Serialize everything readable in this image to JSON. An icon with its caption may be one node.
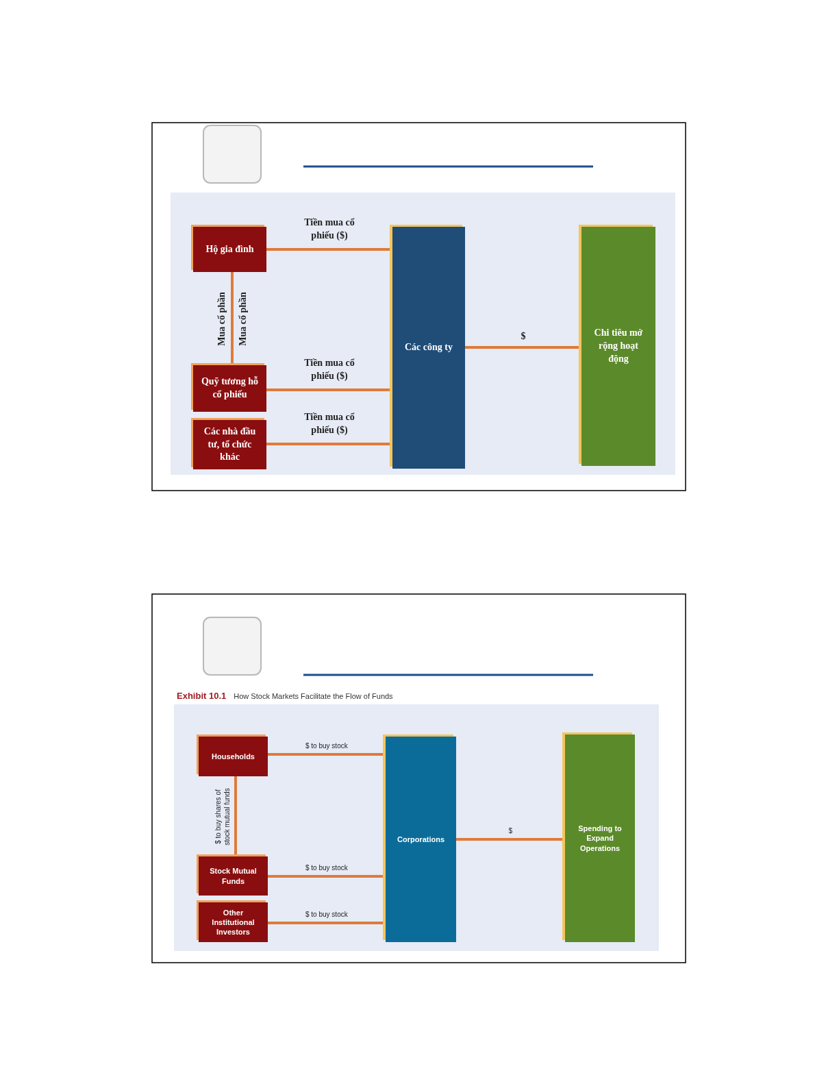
{
  "diagram": {
    "nodes": [
      {
        "text": [
          "Hộ gia đình"
        ]
      },
      {
        "text": [
          "Quỹ tương hỗ cổ phiếu"
        ]
      },
      {
        "text": [
          "Các nhà đầu tư, tổ chức khác"
        ]
      },
      {
        "text": [
          "Các công ty"
        ]
      },
      {
        "text": [
          "Chi tiêu mở rộng hoạt động"
        ]
      },
      {
        "text": [
          "Households"
        ]
      },
      {
        "text": [
          "Stock Mutual Funds"
        ]
      },
      {
        "text": [
          "Other Institutional Investors"
        ]
      },
      {
        "text": [
          "Corporations"
        ]
      },
      {
        "text": [
          "Spending to Expand Operations"
        ]
      }
    ],
    "edges": [
      {
        "from": 0,
        "to": 3,
        "arrow": "none",
        "label": "Tiền mua cổ phiếu ($)"
      },
      {
        "from": 0,
        "to": 1,
        "arrow": "none",
        "label": "Mua cổ phần"
      },
      {
        "from": 1,
        "to": 3,
        "arrow": "none",
        "label": "Tiền mua cổ phiếu ($)"
      },
      {
        "from": 2,
        "to": 3,
        "arrow": "none",
        "label": "Tiền mua cổ phiếu ($)"
      },
      {
        "from": 3,
        "to": 4,
        "arrow": "none",
        "label": "$"
      },
      {
        "from": 5,
        "to": 8,
        "arrow": "none",
        "label": "$ to buy stock"
      },
      {
        "from": 5,
        "to": 6,
        "arrow": "none",
        "label": "$ to buy shares of stock mutual funds"
      },
      {
        "from": 6,
        "to": 8,
        "arrow": "none",
        "label": "$ to buy stock"
      },
      {
        "from": 7,
        "to": 8,
        "arrow": "none",
        "label": "$ to buy stock"
      },
      {
        "from": 8,
        "to": 9,
        "arrow": "none",
        "label": "$"
      }
    ],
    "labels": [
      "Mua cổ phần",
      "**Exhibit 10.1** How Stock Markets Facilitate the Flow of Funds"
    ]
  }
}
